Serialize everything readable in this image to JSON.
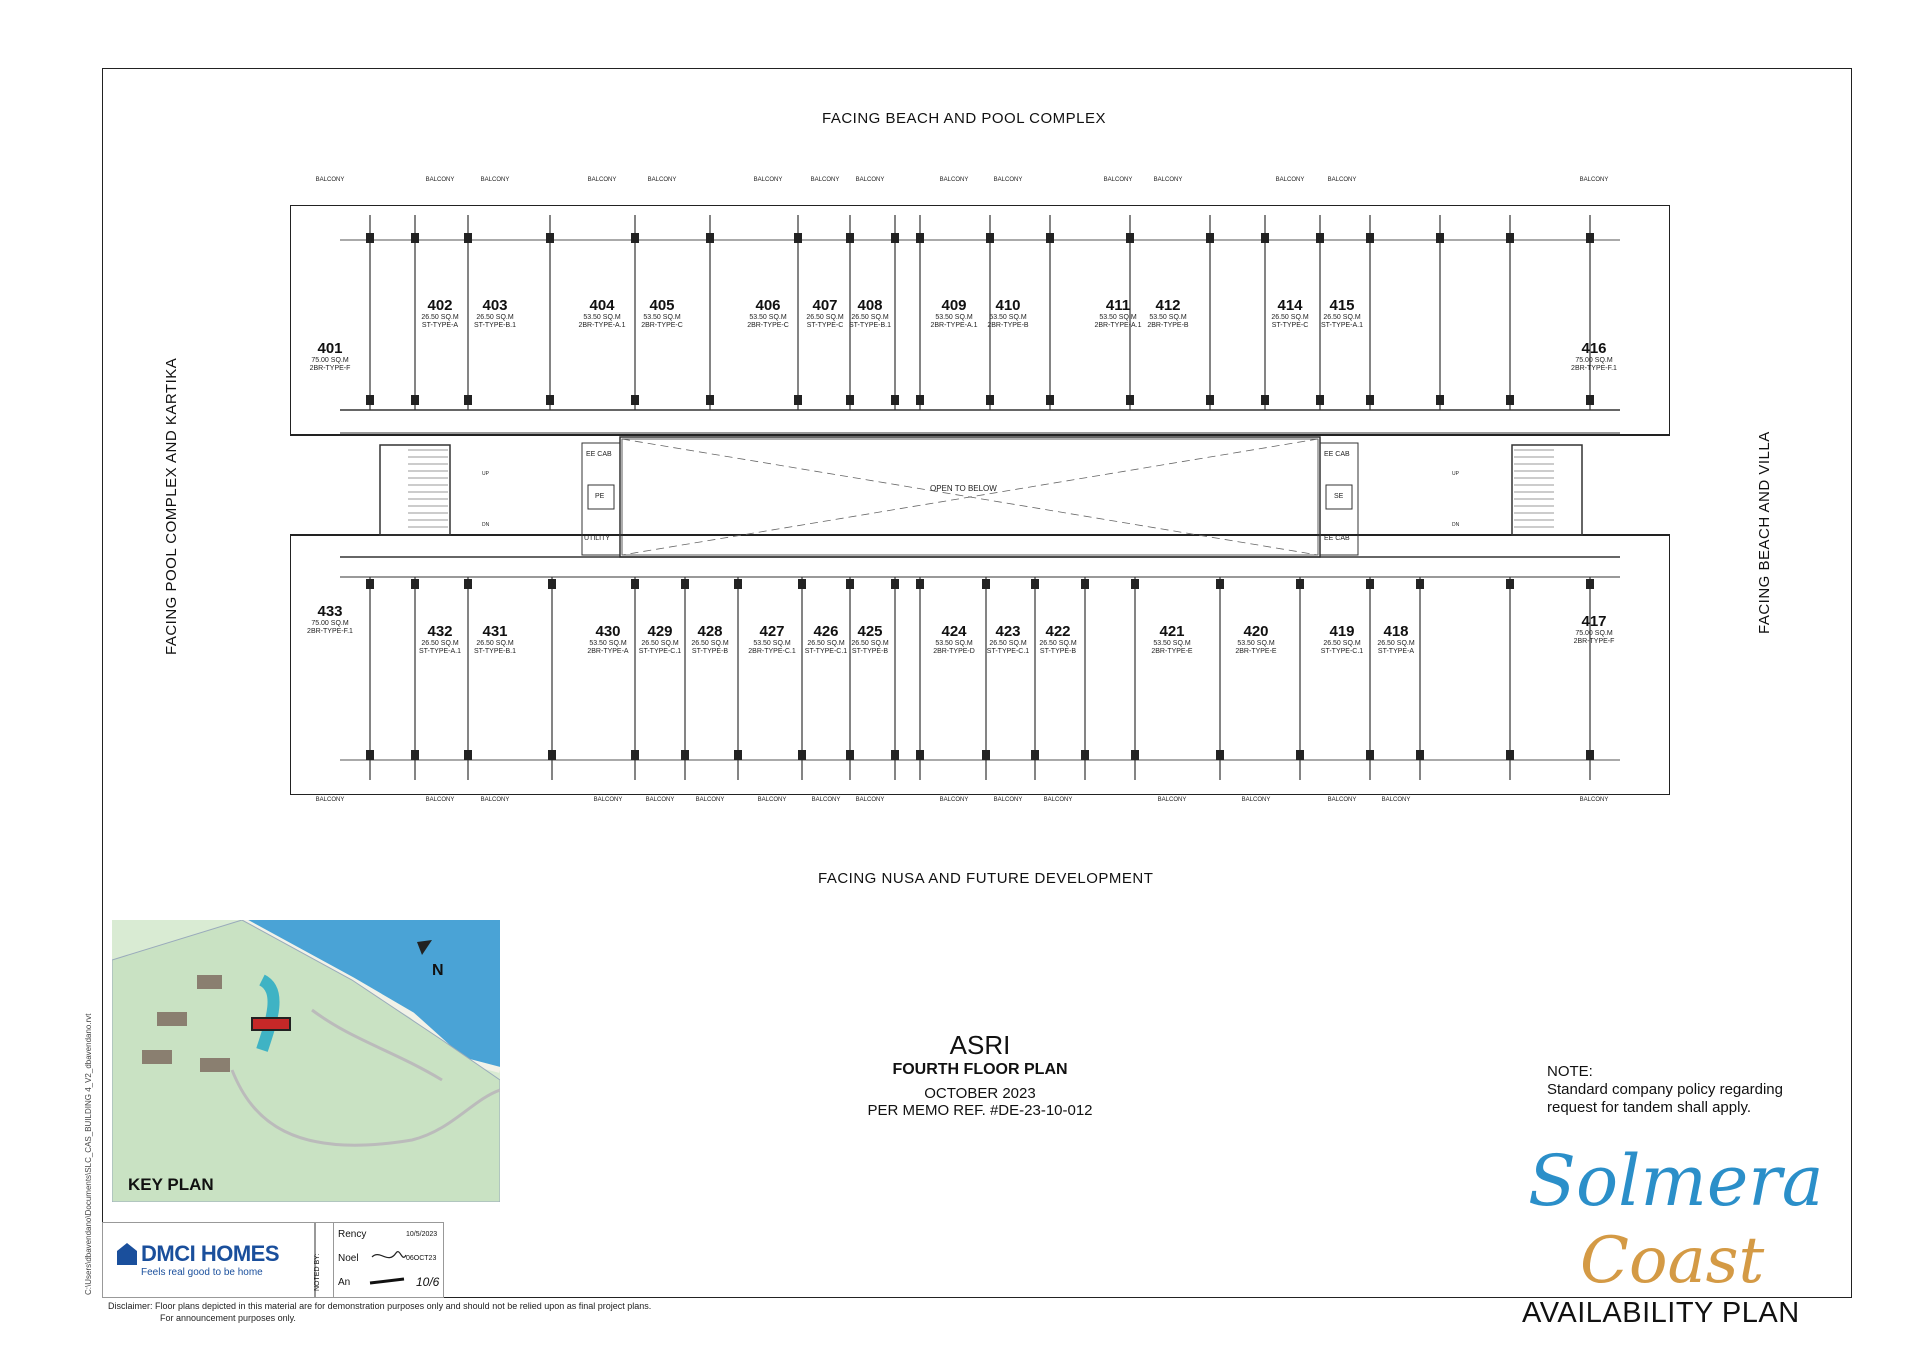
{
  "facing": {
    "top": "FACING BEACH AND POOL COMPLEX",
    "bottom": "FACING NUSA AND FUTURE DEVELOPMENT",
    "left": "FACING POOL COMPLEX AND KARTIKA",
    "right": "FACING BEACH AND VILLA"
  },
  "core": {
    "open_to_below": "OPEN TO BELOW",
    "ee_cab": "EE CAB",
    "pe": "PE",
    "se": "SE",
    "utility": "UTILITY",
    "up": "UP",
    "dn": "DN"
  },
  "balcony_label": "BALCONY",
  "units_top": [
    {
      "num": "401",
      "area": "75.00 SQ.M",
      "type": "2BR-TYPE-F"
    },
    {
      "num": "402",
      "area": "26.50 SQ.M",
      "type": "ST-TYPE-A"
    },
    {
      "num": "403",
      "area": "26.50 SQ.M",
      "type": "ST-TYPE-B.1"
    },
    {
      "num": "404",
      "area": "53.50 SQ.M",
      "type": "2BR-TYPE-A.1"
    },
    {
      "num": "405",
      "area": "53.50 SQ.M",
      "type": "2BR-TYPE-C"
    },
    {
      "num": "406",
      "area": "53.50 SQ.M",
      "type": "2BR-TYPE-C"
    },
    {
      "num": "407",
      "area": "26.50 SQ.M",
      "type": "ST-TYPE-C"
    },
    {
      "num": "408",
      "area": "26.50 SQ.M",
      "type": "ST-TYPE-B.1"
    },
    {
      "num": "409",
      "area": "53.50 SQ.M",
      "type": "2BR-TYPE-A.1"
    },
    {
      "num": "410",
      "area": "53.50 SQ.M",
      "type": "2BR-TYPE-B"
    },
    {
      "num": "411",
      "area": "53.50 SQ.M",
      "type": "2BR-TYPE-A.1"
    },
    {
      "num": "412",
      "area": "53.50 SQ.M",
      "type": "2BR-TYPE-B"
    },
    {
      "num": "414",
      "area": "26.50 SQ.M",
      "type": "ST-TYPE-C"
    },
    {
      "num": "415",
      "area": "26.50 SQ.M",
      "type": "ST-TYPE-A.1"
    },
    {
      "num": "416",
      "area": "75.00 SQ.M",
      "type": "2BR-TYPE-F.1"
    }
  ],
  "units_bottom": [
    {
      "num": "433",
      "area": "75.00 SQ.M",
      "type": "2BR-TYPE-F.1"
    },
    {
      "num": "432",
      "area": "26.50 SQ.M",
      "type": "ST-TYPE-A.1"
    },
    {
      "num": "431",
      "area": "26.50 SQ.M",
      "type": "ST-TYPE-B.1"
    },
    {
      "num": "430",
      "area": "53.50 SQ.M",
      "type": "2BR-TYPE-A"
    },
    {
      "num": "429",
      "area": "26.50 SQ.M",
      "type": "ST-TYPE-C.1"
    },
    {
      "num": "428",
      "area": "26.50 SQ.M",
      "type": "ST-TYPE-B"
    },
    {
      "num": "427",
      "area": "53.50 SQ.M",
      "type": "2BR-TYPE-C.1"
    },
    {
      "num": "426",
      "area": "26.50 SQ.M",
      "type": "ST-TYPE-C.1"
    },
    {
      "num": "425",
      "area": "26.50 SQ.M",
      "type": "ST-TYPE-B"
    },
    {
      "num": "424",
      "area": "53.50 SQ.M",
      "type": "2BR-TYPE-D"
    },
    {
      "num": "423",
      "area": "26.50 SQ.M",
      "type": "ST-TYPE-C.1"
    },
    {
      "num": "422",
      "area": "26.50 SQ.M",
      "type": "ST-TYPE-B"
    },
    {
      "num": "421",
      "area": "53.50 SQ.M",
      "type": "2BR-TYPE-E"
    },
    {
      "num": "420",
      "area": "53.50 SQ.M",
      "type": "2BR-TYPE-E"
    },
    {
      "num": "419",
      "area": "26.50 SQ.M",
      "type": "ST-TYPE-C.1"
    },
    {
      "num": "418",
      "area": "26.50 SQ.M",
      "type": "ST-TYPE-A"
    },
    {
      "num": "417",
      "area": "75.00 SQ.M",
      "type": "2BR-TYPE-F"
    }
  ],
  "title": {
    "project": "ASRI",
    "floor": "FOURTH FLOOR PLAN",
    "date": "OCTOBER 2023",
    "memo": "PER MEMO REF. #DE-23-10-012"
  },
  "note": {
    "heading": "NOTE:",
    "line1": "Standard company policy regarding",
    "line2": "request for tandem shall apply."
  },
  "brand": {
    "logo_line1": "Solmera",
    "logo_line2": "Coast",
    "availability": "AVAILABILITY PLAN",
    "dmci": "DMCI HOMES",
    "dmci_tagline": "Feels real good to be home"
  },
  "keyplan": {
    "label": "KEY PLAN",
    "north": "N"
  },
  "noted_by": {
    "label": "NOTED BY:",
    "r1_name": "Rency",
    "r1_date": "10/5/2023",
    "r2_name": "Noel",
    "r2_date": "06OCT23",
    "r3_name": "An",
    "r3_date": "10/6"
  },
  "file_path": "C:\\Users\\dbavendano\\Documents\\SLC_CAS_BUILDING 4_V2_dbavendano.rvt",
  "disclaimer": {
    "line1": "Disclaimer: Floor plans depicted in this material are for demonstration purposes only and should not be relied upon as final project plans.",
    "line2": "For announcement purposes only."
  },
  "colors": {
    "sea": "#4aa3d6",
    "land": "#d9ebd3",
    "pool": "#3fb3c4",
    "highlight": "#c62828",
    "logo_blue": "#2b8fc9",
    "logo_gold": "#d49a45",
    "dmci_blue": "#1a4f9c"
  }
}
